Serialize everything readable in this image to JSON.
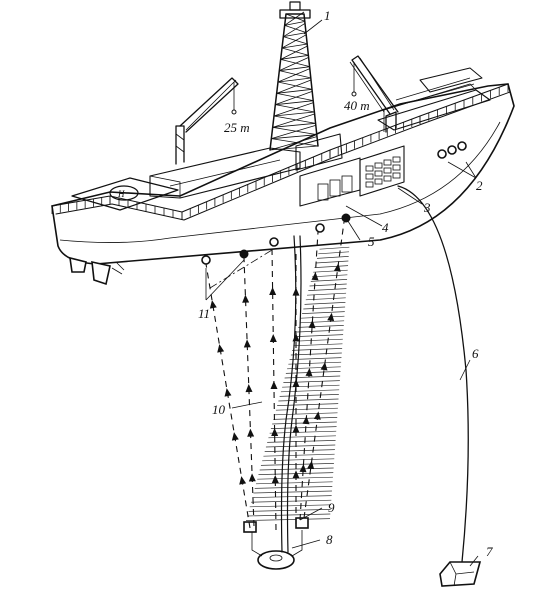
{
  "crane_left_capacity": "25 т",
  "crane_right_capacity": "40 т",
  "callouts": {
    "derrick": "1",
    "thrusters": "2",
    "hydrophone_point": "3",
    "beacon_unit_a": "4",
    "beacon_unit_b": "5",
    "anchor_cable": "6",
    "anchor": "7",
    "wellhead": "8",
    "seabed_beacons": "9",
    "acoustic_signals": "10",
    "hull_hydrophones": "11"
  },
  "helideck_mark": "H"
}
